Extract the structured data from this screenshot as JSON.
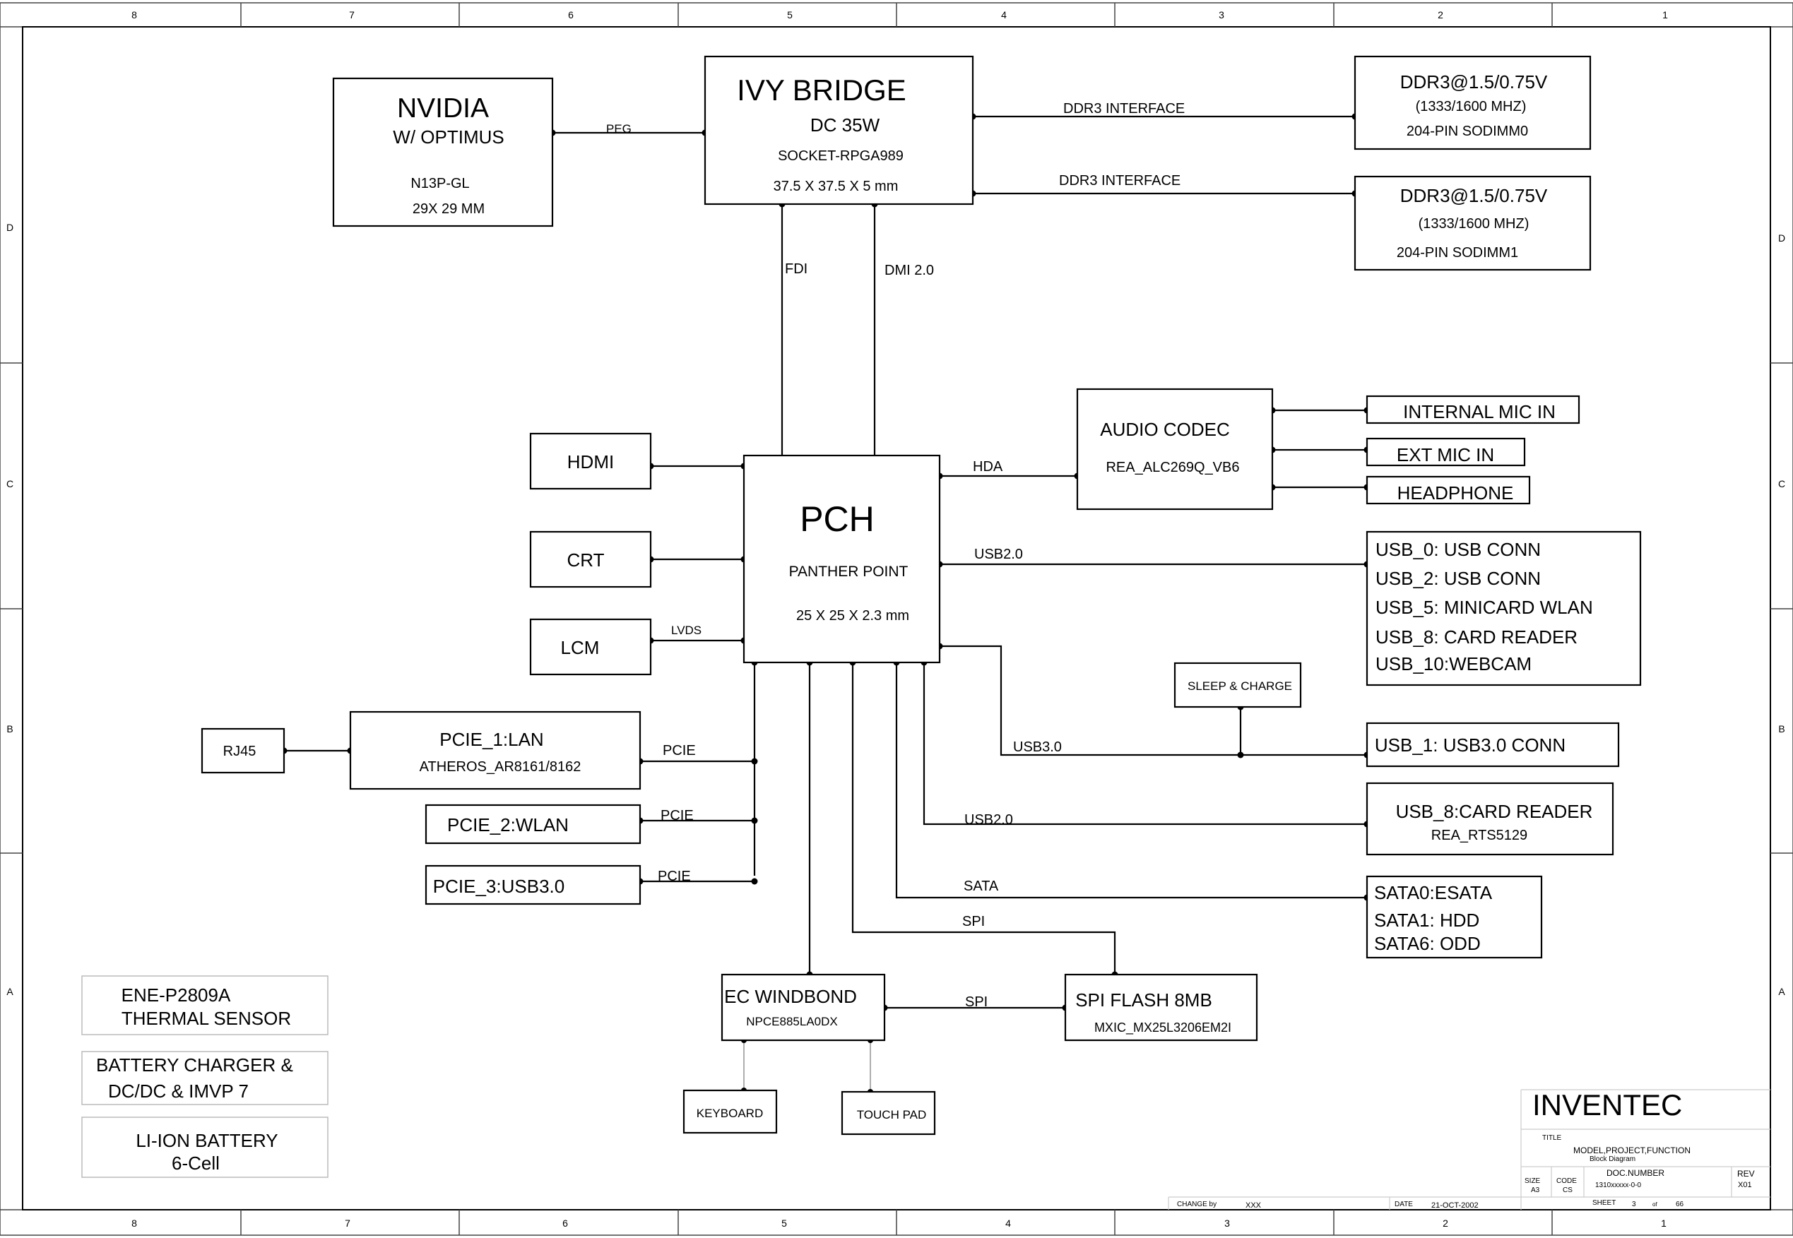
{
  "border": {
    "cols_top": [
      "8",
      "7",
      "6",
      "5",
      "4",
      "3",
      "2",
      "1"
    ],
    "cols_bottom": [
      "8",
      "7",
      "6",
      "5",
      "4",
      "3",
      "2",
      "1"
    ],
    "rows_left": [
      "D",
      "C",
      "B",
      "A"
    ],
    "rows_right": [
      "D",
      "C",
      "B",
      "A"
    ]
  },
  "blocks": {
    "nvidia": {
      "l1": "NVIDIA",
      "l2": "W/ OPTIMUS",
      "l3": "N13P-GL",
      "l4": "29X 29 MM"
    },
    "ivy": {
      "l1": "IVY BRIDGE",
      "l2": "DC 35W",
      "l3": "SOCKET-RPGA989",
      "l4": "37.5 X 37.5 X 5 mm"
    },
    "ddr0": {
      "l1": "DDR3@1.5/0.75V",
      "l2": "(1333/1600 MHZ)",
      "l3": "204-PIN SODIMM0"
    },
    "ddr1": {
      "l1": "DDR3@1.5/0.75V",
      "l2": "(1333/1600 MHZ)",
      "l3": "204-PIN SODIMM1"
    },
    "pch": {
      "l1": "PCH",
      "l2": "PANTHER POINT",
      "l3": "25 X 25 X 2.3 mm"
    },
    "hdmi": "HDMI",
    "crt": "CRT",
    "lcm": "LCM",
    "audio": {
      "l1": "AUDIO CODEC",
      "l2": "REA_ALC269Q_VB6"
    },
    "int_mic": "INTERNAL MIC IN",
    "ext_mic": "EXT MIC IN",
    "headphone": "HEADPHONE",
    "usb_list": [
      "USB_0: USB CONN",
      "USB_2: USB CONN",
      "USB_5: MINICARD WLAN",
      "USB_8: CARD READER",
      "USB_10:WEBCAM"
    ],
    "sleep": "SLEEP & CHARGE",
    "usb1": "USB_1: USB3.0 CONN",
    "cardreader": {
      "l1": "USB_8:CARD READER",
      "l2": "REA_RTS5129"
    },
    "sata": [
      "SATA0:ESATA",
      "SATA1: HDD",
      "SATA6: ODD"
    ],
    "rj45": "RJ45",
    "pcie1": {
      "l1": "PCIE_1:LAN",
      "l2": "ATHEROS_AR8161/8162"
    },
    "pcie2": "PCIE_2:WLAN",
    "pcie3": "PCIE_3:USB3.0",
    "ec": {
      "l1": "EC WINDBOND",
      "l2": "NPCE885LA0DX"
    },
    "spiflash": {
      "l1": "SPI FLASH 8MB",
      "l2": "MXIC_MX25L3206EM2I"
    },
    "keyboard": "KEYBOARD",
    "touchpad": "TOUCH PAD",
    "thermal": {
      "l1": "ENE-P2809A",
      "l2": "THERMAL SENSOR"
    },
    "charger": {
      "l1": "BATTERY CHARGER &",
      "l2": "DC/DC & IMVP 7"
    },
    "battery": {
      "l1": "LI-ION BATTERY",
      "l2": "6-Cell"
    }
  },
  "buses": {
    "peg": "PEG",
    "ddr3_a": "DDR3 INTERFACE",
    "ddr3_b": "DDR3 INTERFACE",
    "fdi": "FDI",
    "dmi": "DMI 2.0",
    "hda": "HDA",
    "usb20_a": "USB2.0",
    "lvds": "LVDS",
    "pcie_a": "PCIE",
    "pcie_b": "PCIE",
    "pcie_c": "PCIE",
    "usb30": "USB3.0",
    "usb20_b": "USB2.0",
    "sata": "SATA",
    "spi_a": "SPI",
    "spi_b": "SPI"
  },
  "title_block": {
    "company": "INVENTEC",
    "title_label": "TITLE",
    "title": "MODEL,PROJECT,FUNCTION",
    "subtitle": "Block Diagram",
    "size_label": "SIZE",
    "size": "A3",
    "code_label": "CODE",
    "code": "CS",
    "doc_label": "DOC.NUMBER",
    "doc": "1310xxxxx-0-0",
    "rev_label": "REV",
    "rev": "X01",
    "change_label": "CHANGE by",
    "change": "XXX",
    "date_label": "DATE",
    "date": "21-OCT-2002",
    "sheet_label": "SHEET",
    "sheet": "3",
    "of_label": "of",
    "total": "66"
  }
}
